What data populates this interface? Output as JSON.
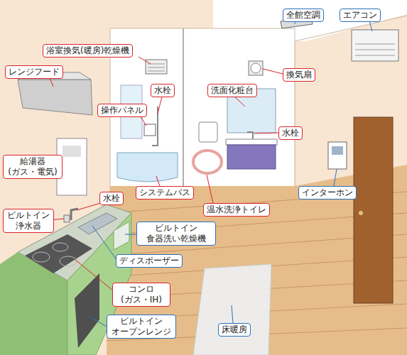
{
  "diagram": {
    "nodes": [
      {
        "text": [
          "全館空調"
        ]
      },
      {
        "text": [
          "エアコン"
        ]
      },
      {
        "text": [
          "浴室換気(暖房)乾燥機"
        ]
      },
      {
        "text": [
          "レンジフード"
        ]
      },
      {
        "text": [
          "水栓"
        ]
      },
      {
        "text": [
          "換気扇"
        ]
      },
      {
        "text": [
          "洗面化粧台"
        ]
      },
      {
        "text": [
          "操作パネル"
        ]
      },
      {
        "text": [
          "給湯器 (ガス・電気)"
        ]
      },
      {
        "text": [
          "水栓"
        ]
      },
      {
        "text": [
          "システムバス"
        ]
      },
      {
        "text": [
          "インターホン"
        ]
      },
      {
        "text": [
          "水栓"
        ]
      },
      {
        "text": [
          "温水洗浄トイレ"
        ]
      },
      {
        "text": [
          "ビルトイン 浄水器"
        ]
      },
      {
        "text": [
          "ビルトイン 食器洗い乾燥機"
        ]
      },
      {
        "text": [
          "ディスポーザー"
        ]
      },
      {
        "text": [
          "コンロ (ガス・IH)"
        ]
      },
      {
        "text": [
          "ビルトイン オーブンレンジ"
        ]
      },
      {
        "text": [
          "床暖房"
        ]
      }
    ]
  }
}
